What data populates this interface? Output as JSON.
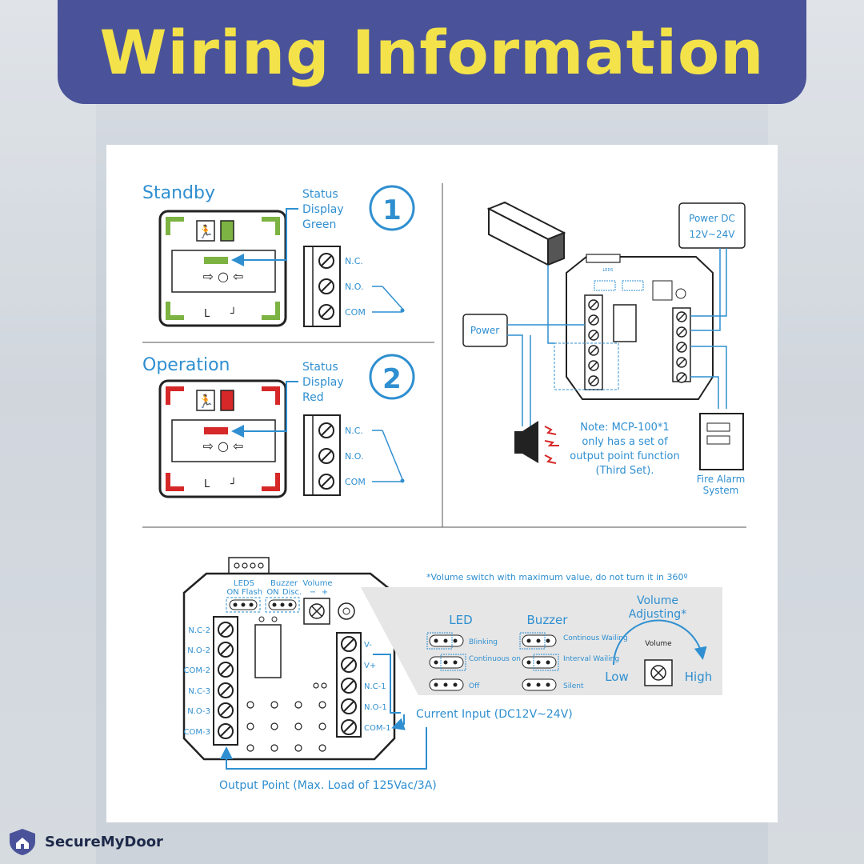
{
  "header": {
    "title": "Wiring Information"
  },
  "colors": {
    "banner": "#4a5399",
    "title": "#f3e24a",
    "accent": "#2f8fd0",
    "green": "#7cb342",
    "red": "#d62828"
  },
  "standby": {
    "title": "Standby",
    "status": [
      "Status",
      "Display",
      "Green"
    ],
    "step": "1"
  },
  "operation": {
    "title": "Operation",
    "status": [
      "Status",
      "Display",
      "Red"
    ],
    "step": "2"
  },
  "terminals": {
    "nc": "N.C.",
    "no": "N.O.",
    "com": "COM"
  },
  "system": {
    "power": "Power",
    "power_dc": [
      "Power DC",
      "12V~24V"
    ],
    "note": [
      "Note: MCP-100*1",
      "only has a set of",
      "output point function",
      "(Third Set)."
    ],
    "fire_alarm": [
      "Fire Alarm",
      "System"
    ]
  },
  "board": {
    "leds": "LEDS",
    "leds_on": "ON",
    "leds_flash": "Flash",
    "buzzer": "Buzzer",
    "buzzer_on": "ON",
    "buzzer_disc": "Disc.",
    "volume": "Volume",
    "vol_minus": "−",
    "vol_plus": "+",
    "left_labels": [
      "N.C-2",
      "N.O-2",
      "COM-2",
      "N.C-3",
      "N.O-3",
      "COM-3"
    ],
    "right_labels": [
      "V-",
      "V+",
      "N.C-1",
      "N.O-1",
      "COM-1"
    ]
  },
  "volume_note": "*Volume switch with maximum value, do not turn it in 360º",
  "legend": {
    "led_title": "LED",
    "buzzer_title": "Buzzer",
    "led_modes": [
      "Blinking",
      "Continuous on",
      "Off"
    ],
    "buzzer_modes": [
      "Continous Wailing",
      "Interval Wailing",
      "Silent"
    ],
    "volume_adjusting": [
      "Volume",
      "Adjusting*"
    ],
    "knob_label": "Volume",
    "low": "Low",
    "high": "High"
  },
  "current_input": "Current Input (DC12V~24V)",
  "output_point": "Output Point (Max. Load of 125Vac/3A)",
  "brand": "SecureMyDoor"
}
